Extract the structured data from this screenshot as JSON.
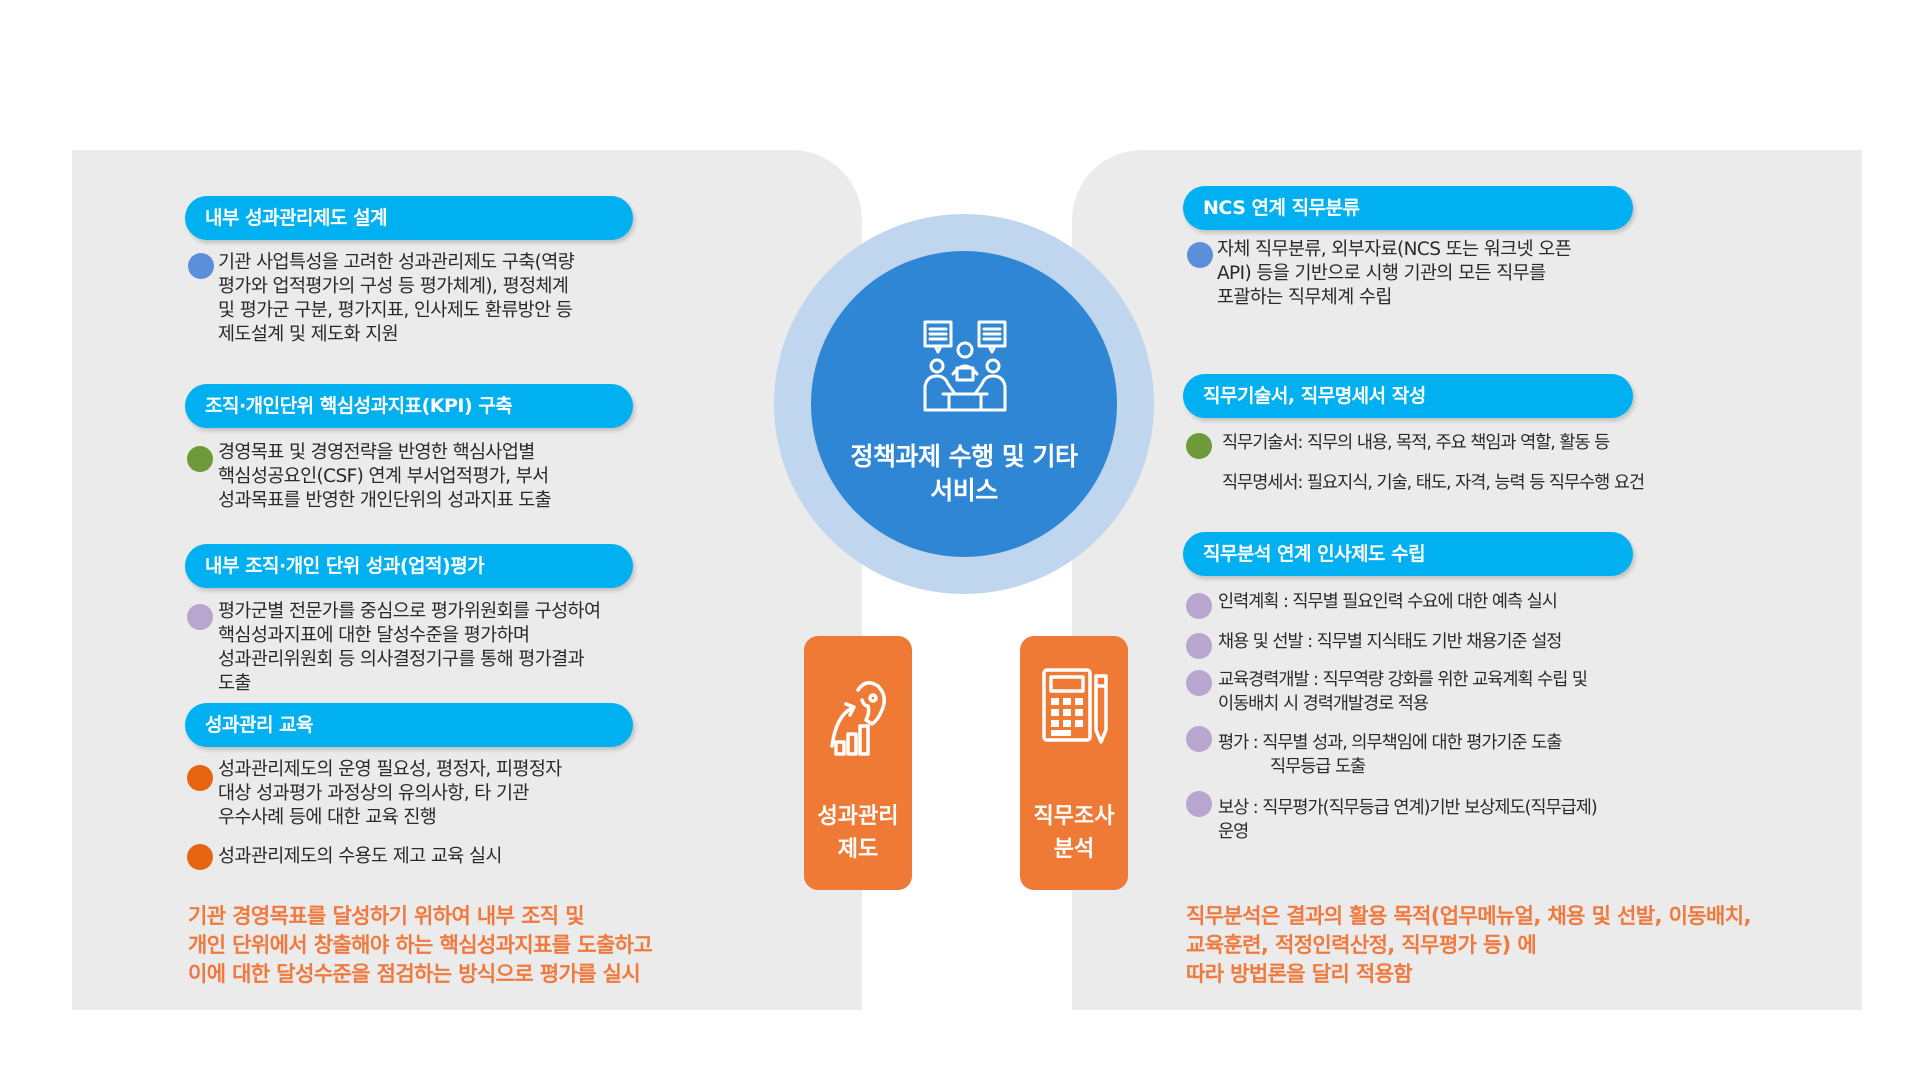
{
  "center": {
    "title_line1": "정책과제 수행 및 기타",
    "title_line2": "서비스",
    "icon": "meeting-people-icon"
  },
  "boxes": {
    "performance": {
      "line1": "성과관리",
      "line2": "제도",
      "icon": "growth-graph-icon"
    },
    "job": {
      "line1": "직무조사",
      "line2": "분석",
      "icon": "calculator-pencil-icon"
    }
  },
  "left": {
    "sections": [
      {
        "title": "내부 성과관리제도 설계",
        "items": [
          {
            "lines": [
              "기관 사업특성을 고려한 성과관리제도 구축(역량",
              "평가와 업적평가의 구성 등 평가체계), 평정체계",
              "및 평가군 구분, 평가지표, 인사제도 환류방안 등",
              "제도설계 및 제도화 지원"
            ],
            "color": "#5b8fd9"
          }
        ]
      },
      {
        "title": "조직·개인단위 핵심성과지표(KPI) 구축",
        "items": [
          {
            "lines": [
              "경영목표 및 경영전략을 반영한 핵심사업별",
              "핵심성공요인(CSF) 연계 부서업적평가, 부서",
              "성과목표를 반영한 개인단위의 성과지표 도출"
            ],
            "color": "#6f9a3a"
          }
        ]
      },
      {
        "title": "내부 조직·개인 단위 성과(업적)평가",
        "items": [
          {
            "lines": [
              "평가군별 전문가를 중심으로 평가위원회를 구성하여",
              "핵심성과지표에 대한 달성수준을 평가하며",
              "성과관리위원회 등 의사결정기구를 통해 평가결과",
              "도출"
            ],
            "color": "#b8a6cf"
          }
        ]
      },
      {
        "title": "성과관리 교육",
        "items": [
          {
            "lines": [
              "성과관리제도의 운영 필요성, 평정자, 피평정자",
              "대상 성과평가 과정상의 유의사항, 타 기관",
              "우수사례 등에 대한 교육 진행"
            ],
            "color": "#e8650f"
          },
          {
            "lines": [
              "성과관리제도의 수용도 제고 교육 실시"
            ],
            "color": "#e8650f"
          }
        ]
      }
    ],
    "note": [
      "기관 경영목표를 달성하기 위하여 내부 조직 및",
      "개인 단위에서 창출해야 하는 핵심성과지표를 도출하고",
      "이에 대한 달성수준을 점검하는 방식으로 평가를 실시"
    ]
  },
  "right": {
    "sections": [
      {
        "title": "NCS 연계 직무분류",
        "items": [
          {
            "lines": [
              "자체 직무분류, 외부자료(NCS 또는 워크넷 오픈",
              "API) 등을 기반으로 시행 기관의 모든 직무를",
              "포괄하는 직무체계 수립"
            ],
            "color": "#5b8fd9"
          }
        ]
      },
      {
        "title": "직무기술서, 직무명세서 작성",
        "items": [
          {
            "lines": [
              "직무기술서: 직무의 내용, 목적, 주요 책임과 역할, 활동 등"
            ],
            "color": "#6f9a3a"
          },
          {
            "lines": [
              "직무명세서: 필요지식, 기술, 태도, 자격, 능력 등 직무수행 요건"
            ],
            "color": ""
          }
        ]
      },
      {
        "title": "직무분석 연계 인사제도 수립",
        "items": [
          {
            "lines": [
              "인력계획 : 직무별 필요인력 수요에 대한 예측 실시"
            ],
            "color": "#b8a6cf"
          },
          {
            "lines": [
              "채용 및 선발 : 직무별 지식태도 기반 채용기준 설정"
            ],
            "color": "#b8a6cf"
          },
          {
            "lines": [
              "교육경력개발 : 직무역량 강화를 위한 교육계획 수립 및",
              "이동배치 시 경력개발경로 적용"
            ],
            "color": "#b8a6cf"
          },
          {
            "lines": [
              "평가 : 직무별 성과, 의무책임에 대한 평가기준 도출",
              "직무등급 도출"
            ],
            "color": "#b8a6cf"
          },
          {
            "lines": [
              "보상 : 직무평가(직무등급 연계)기반 보상제도(직무급제)",
              "운영"
            ],
            "color": "#b8a6cf"
          }
        ]
      }
    ],
    "note": [
      "직무분석은 결과의 활용 목적(업무메뉴얼, 채용 및 선발, 이동배치,",
      "교육훈련, 적정인력산정, 직무평가 등) 에",
      "따라 방법론을 달리 적용함"
    ]
  }
}
